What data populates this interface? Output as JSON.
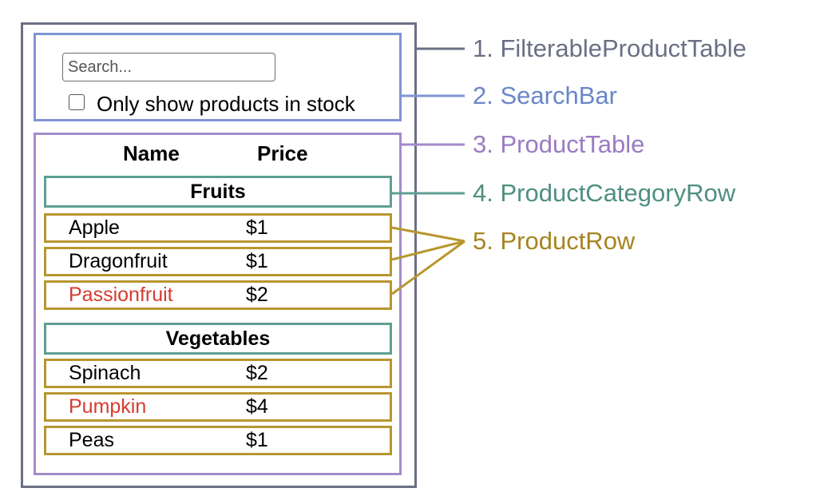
{
  "search": {
    "placeholder": "Search..."
  },
  "filter": {
    "stock_label": "Only show products in stock",
    "checked": false
  },
  "table": {
    "headers": {
      "name": "Name",
      "price": "Price"
    },
    "categories": [
      {
        "name": "Fruits",
        "products": [
          {
            "name": "Apple",
            "price": "$1",
            "stocked": true
          },
          {
            "name": "Dragonfruit",
            "price": "$1",
            "stocked": true
          },
          {
            "name": "Passionfruit",
            "price": "$2",
            "stocked": false
          }
        ]
      },
      {
        "name": "Vegetables",
        "products": [
          {
            "name": "Spinach",
            "price": "$2",
            "stocked": true
          },
          {
            "name": "Pumpkin",
            "price": "$4",
            "stocked": false
          },
          {
            "name": "Peas",
            "price": "$1",
            "stocked": true
          }
        ]
      }
    ]
  },
  "labels": {
    "filterable_product_table": "1. FilterableProductTable",
    "search_bar": "2. SearchBar",
    "product_table": "3. ProductTable",
    "product_category_row": "4. ProductCategoryRow",
    "product_row": "5. ProductRow"
  },
  "colors": {
    "filterable_product_table": "#6b6f83",
    "search_bar": "#7f95d4",
    "product_table": "#a58acb",
    "product_category_row": "#5f9f91",
    "product_row": "#b8962e",
    "out_of_stock_text": "#d63b2f"
  }
}
